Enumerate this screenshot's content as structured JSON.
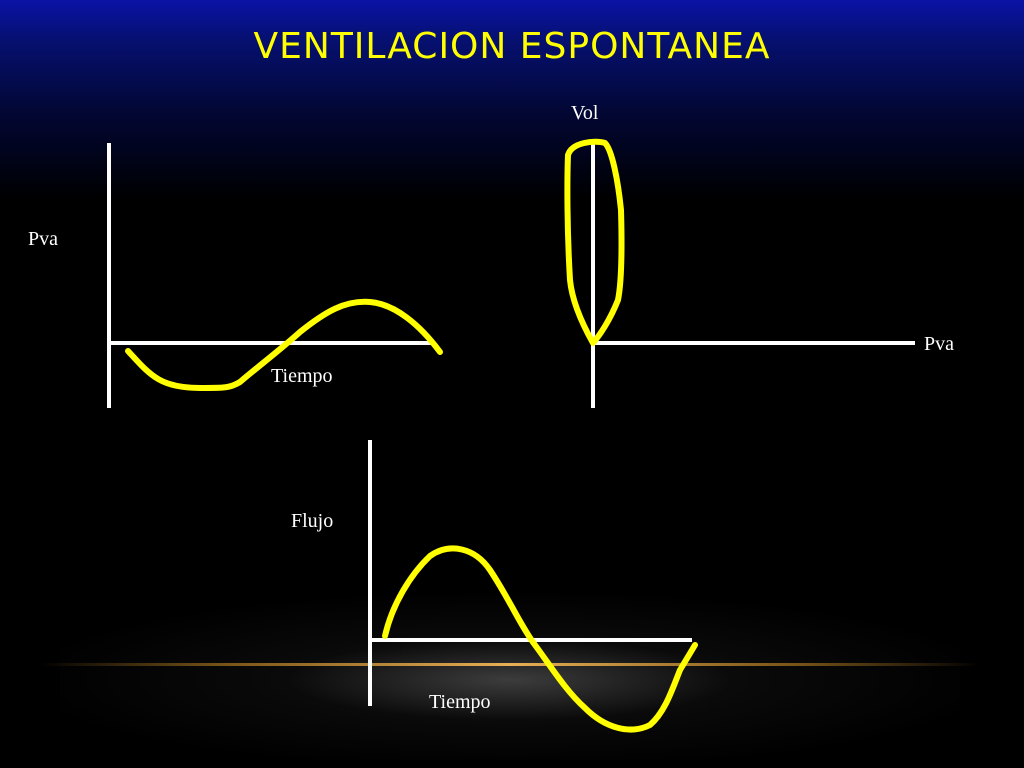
{
  "title": "VENTILACION ESPONTANEA",
  "diagrams": {
    "pressure_time": {
      "y_label": "Pva",
      "x_label": "Tiempo"
    },
    "volume_pressure": {
      "y_label": "Vol",
      "x_label": "Pva"
    },
    "flow_time": {
      "y_label": "Flujo",
      "x_label": "Tiempo"
    }
  },
  "colors": {
    "curve": "#ffff00",
    "axes": "#ffffff",
    "title": "#ffff00"
  }
}
